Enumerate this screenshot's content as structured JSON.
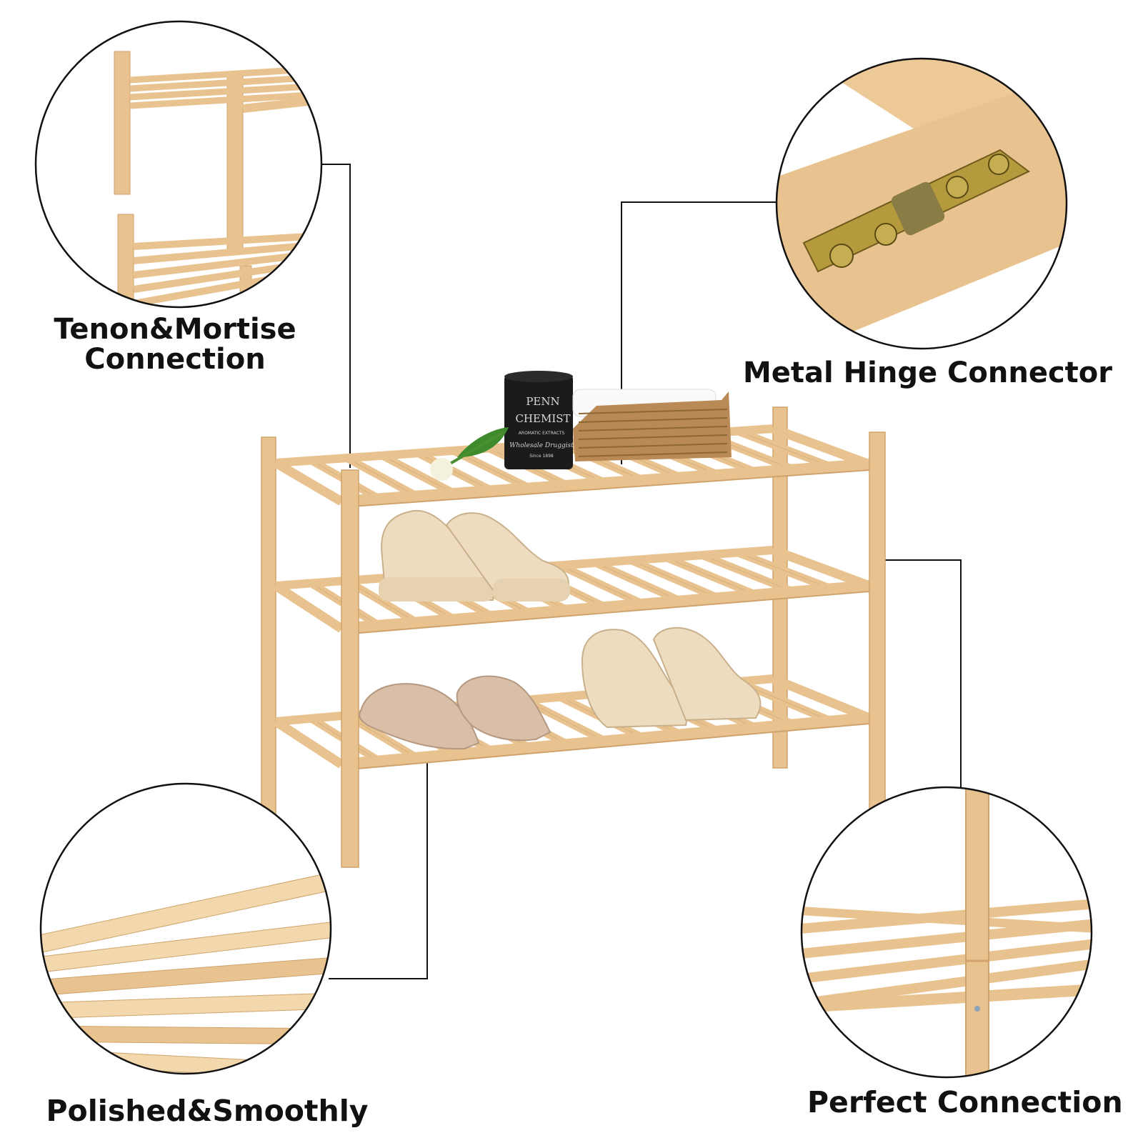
{
  "callouts": {
    "tenon_line1": "Tenon&Mortise",
    "tenon_line2": "Connection",
    "hinge": "Metal Hinge Connector",
    "polished": "Polished&Smoothly",
    "perfect": "Perfect Connection"
  },
  "jar_text": {
    "brand1": "PENN",
    "brand2": "CHEMIST",
    "line": "AROMATIC EXTRACTS",
    "script": "Wholesale Druggist",
    "since": "Since 1898"
  },
  "colors": {
    "bamboo": "#e9c38f",
    "bamboo_dark": "#cfa36b",
    "bamboo_light": "#f3d8ae",
    "line": "#111111",
    "jar": "#1b1b1b",
    "basket": "#b98a55",
    "sneaker": "#eedcc0",
    "slipper": "#d9bfa8"
  }
}
